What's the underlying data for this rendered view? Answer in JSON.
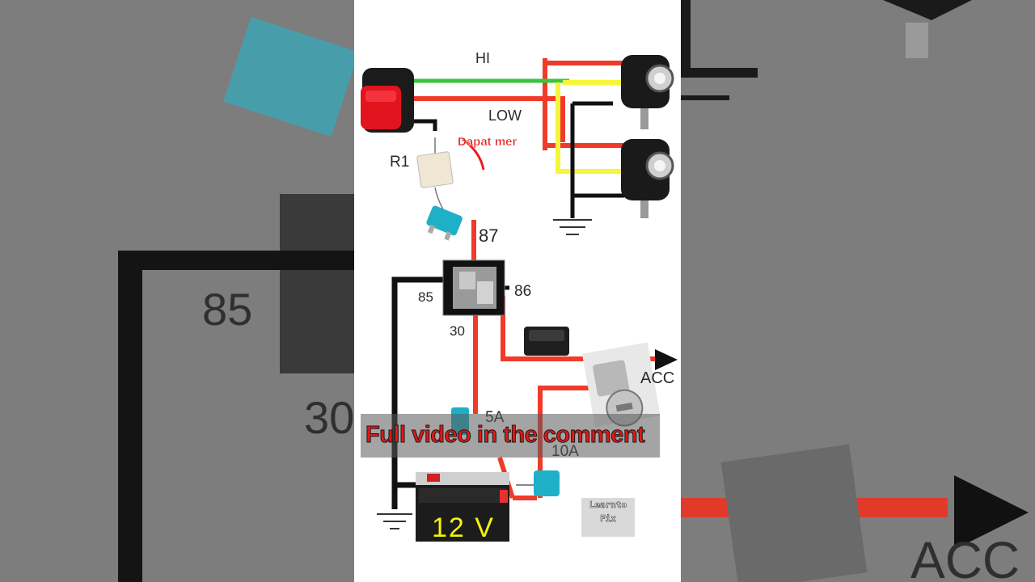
{
  "labels": {
    "hi": "HI",
    "low": "LOW",
    "dapat": "Dapat mer",
    "r1": "R1",
    "pin87": "87",
    "pin85": "85",
    "pin86": "86",
    "pin30": "30",
    "acc": "ACC",
    "fuse5a": "5A",
    "fuse10a": "10A",
    "volt": "12 V"
  },
  "caption": "Full video in the comment",
  "logo": {
    "line1": "Learnto",
    "line2": "Fix"
  },
  "side_left": {
    "label85": "85",
    "label30": "30"
  },
  "side_right": {
    "label_acc": "ACC"
  },
  "colors": {
    "red_wire": "#f03a2a",
    "green_wire": "#3cc43c",
    "yellow_wire": "#f5f53a",
    "black_wire": "#111111",
    "fuse": "#1fb0c8"
  }
}
